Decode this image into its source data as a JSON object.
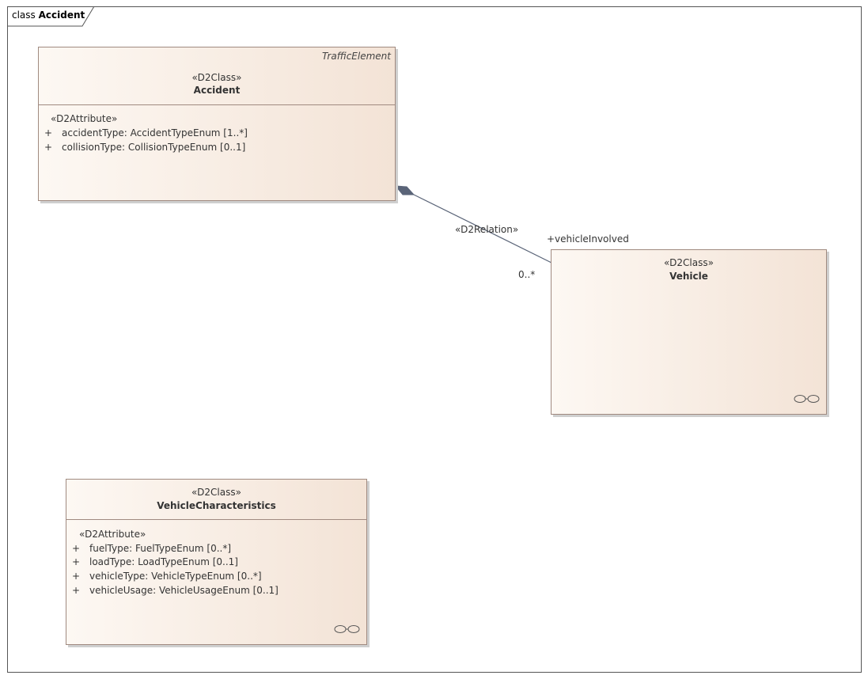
{
  "frame": {
    "keyword": "class",
    "name": "Accident"
  },
  "classes": {
    "accident": {
      "parent": "TrafficElement",
      "stereotype": "«D2Class»",
      "name": "Accident",
      "attr_stereotype": "«D2Attribute»",
      "attributes": [
        {
          "vis": "+",
          "text": "accidentType: AccidentTypeEnum [1..*]"
        },
        {
          "vis": "+",
          "text": "collisionType: CollisionTypeEnum [0..1]"
        }
      ]
    },
    "vehicle": {
      "stereotype": "«D2Class»",
      "name": "Vehicle"
    },
    "vehicle_characteristics": {
      "stereotype": "«D2Class»",
      "name": "VehicleCharacteristics",
      "attr_stereotype": "«D2Attribute»",
      "attributes": [
        {
          "vis": "+",
          "text": "fuelType: FuelTypeEnum [0..*]"
        },
        {
          "vis": "+",
          "text": "loadType: LoadTypeEnum [0..1]"
        },
        {
          "vis": "+",
          "text": "vehicleType: VehicleTypeEnum [0..*]"
        },
        {
          "vis": "+",
          "text": "vehicleUsage: VehicleUsageEnum [0..1]"
        }
      ]
    }
  },
  "relation": {
    "stereotype": "«D2Relation»",
    "role": "+vehicleInvolved",
    "multiplicity": "0..*"
  },
  "colors": {
    "line": "#5a6478",
    "border": "#a08a80",
    "fill_light": "#fdf8f3",
    "fill_dark": "#f3e3d6"
  }
}
